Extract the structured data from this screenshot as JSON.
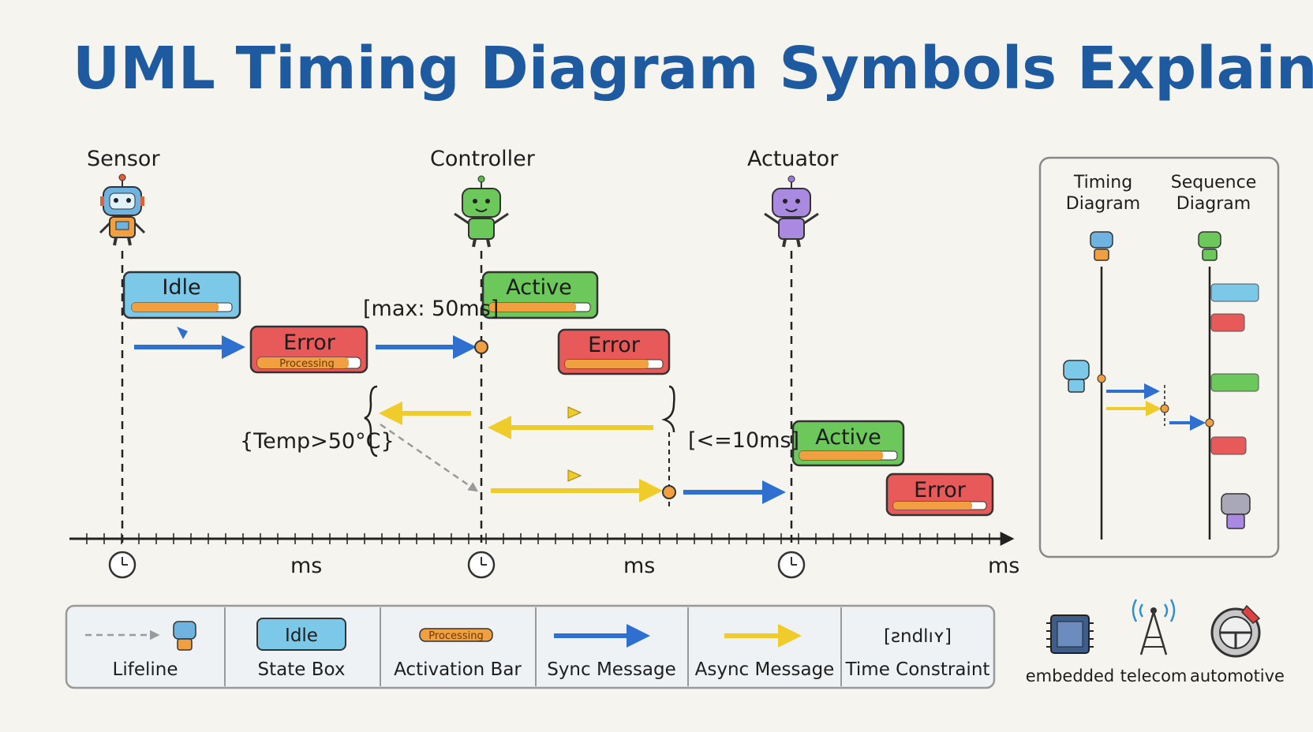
{
  "title": "UML Timing Diagram Symbols Explained",
  "lifelines": {
    "sensor": "Sensor",
    "controller": "Controller",
    "actuator": "Actuator"
  },
  "states": {
    "sensor_idle": "Idle",
    "sensor_error": "Error",
    "sensor_error_bar": "Processing",
    "controller_active": "Active",
    "controller_error": "Error",
    "actuator_active": "Active",
    "actuator_error": "Error"
  },
  "constraints": {
    "max": "[max: 50ms]",
    "temp": "{Temp>50°C}",
    "le10": "[<=10ms]"
  },
  "axis": {
    "unit1": "ms",
    "unit2": "ms",
    "unit3": "ms"
  },
  "legend": {
    "lifeline": "Lifeline",
    "state_box": "State Box",
    "state_box_sample": "Idle",
    "activation_bar": "Activation Bar",
    "activation_sample": "Processing",
    "sync": "Sync Message",
    "async": "Async Message",
    "time_constraint": "Time Constraint",
    "time_constraint_sample": "[ƨndlıʏ]"
  },
  "comparison": {
    "timing": "Timing\nDiagram",
    "timing_line1": "Timing",
    "timing_line2": "Diagram",
    "sequence_line1": "Sequence",
    "sequence_line2": "Diagram"
  },
  "domains": {
    "embedded": "embedded",
    "telecom": "telecom",
    "automotive": "automotive"
  },
  "colors": {
    "title": "#1d5aa0",
    "idle": "#7cc8e8",
    "error": "#e85a5a",
    "active": "#6cc85a",
    "sync": "#2f6fd0",
    "async": "#f2d23a",
    "bar": "#f0a040"
  }
}
